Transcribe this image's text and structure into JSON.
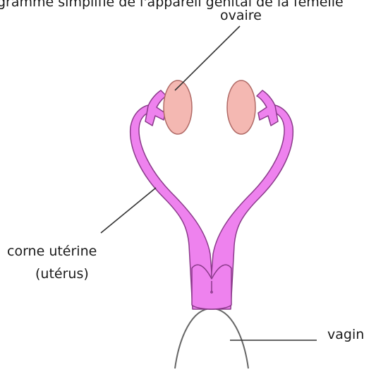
{
  "title_fragment": "gramme simplifié de l'appareil génital de la femelle",
  "labels": {
    "ovary": "ovaire",
    "uterine_horn_line1": "corne utérine",
    "uterine_horn_line2": "(utérus)",
    "vagina": "vagin"
  },
  "colors": {
    "uterus_fill": "#ee82ee",
    "uterus_stroke": "#8a3a8a",
    "ovary_fill": "#f4b8b2",
    "ovary_stroke": "#b06a66",
    "line": "#333333",
    "vagina_stroke": "#666666",
    "text": "#1a1a1a"
  }
}
